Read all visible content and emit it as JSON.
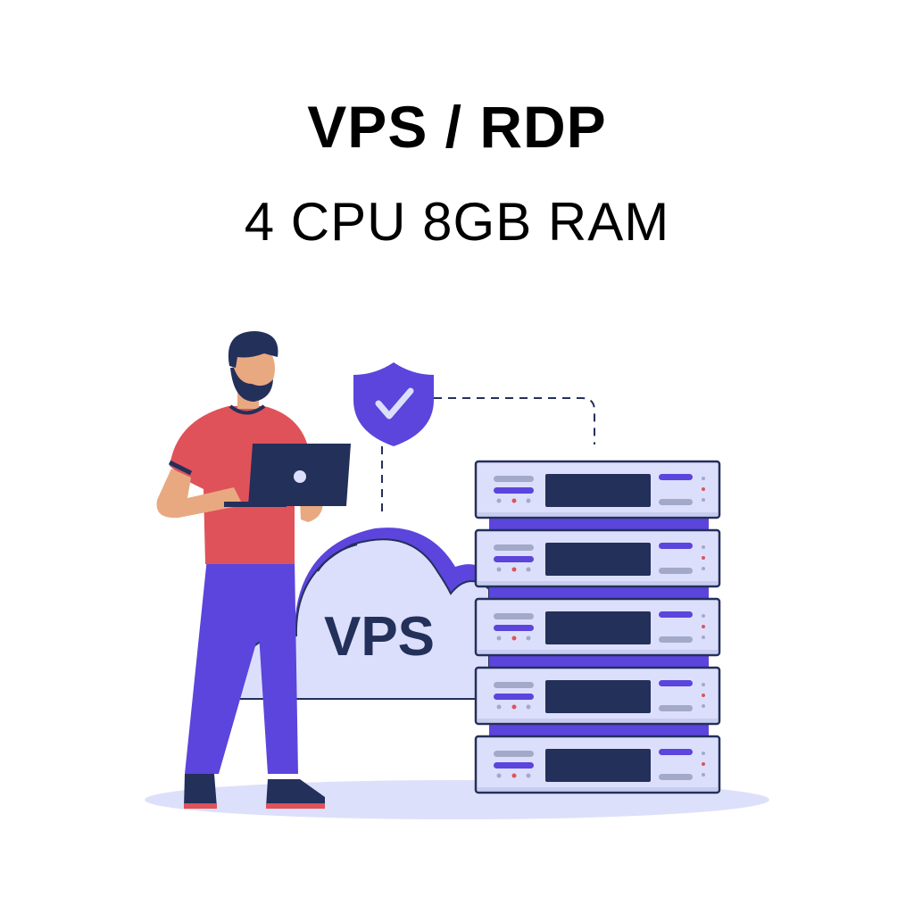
{
  "heading": {
    "title": "VPS / RDP",
    "specs": "4 CPU 8GB RAM"
  },
  "illustration": {
    "cloud_label": "VPS",
    "server_count": 5,
    "colors": {
      "purple": "#5b45dc",
      "navy": "#23305a",
      "light": "#dcdffb",
      "shirt": "#e0525a",
      "skin": "#e8a981",
      "gray": "#a3a9c8",
      "red": "#e0525a"
    }
  }
}
